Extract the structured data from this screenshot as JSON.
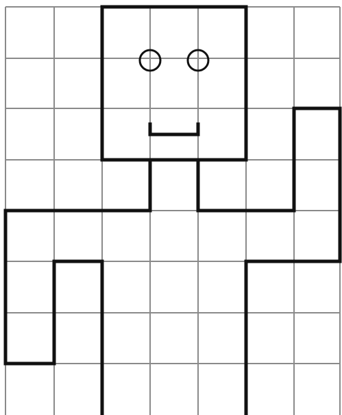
{
  "grid": {
    "columns": 7,
    "rows": 8,
    "line_color": "#8a8a8a"
  },
  "figure": {
    "description_color": "#111111",
    "parts": [
      "head",
      "left-eye",
      "right-eye",
      "mouth",
      "neck",
      "torso",
      "left-arm",
      "right-arm-raised",
      "legs"
    ]
  }
}
